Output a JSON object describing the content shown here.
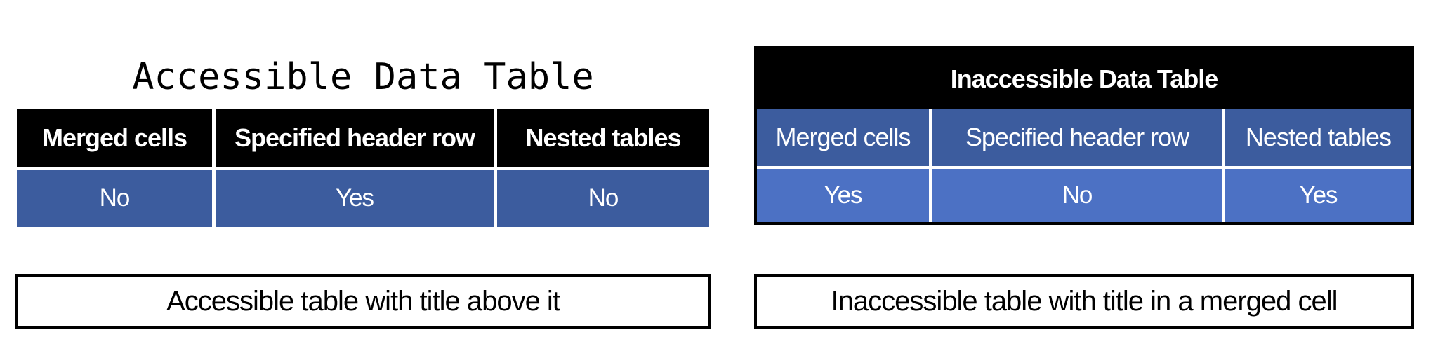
{
  "left_table": {
    "title": "Accessible Data Table",
    "headers": [
      "Merged cells",
      "Specified header row",
      "Nested tables"
    ],
    "values": [
      "No",
      "Yes",
      "No"
    ],
    "caption": "Accessible table with title above it"
  },
  "right_table": {
    "title": "Inaccessible Data Table",
    "headers": [
      "Merged cells",
      "Specified header row",
      "Nested tables"
    ],
    "values": [
      "Yes",
      "No",
      "Yes"
    ],
    "caption": "Inaccessible table with title in a merged cell"
  },
  "colors": {
    "header_bg": "#000000",
    "header_text": "#FFFFFF",
    "dark_blue_row": "#3C5C9E",
    "light_blue_row": "#4C71C4",
    "caption_border": "#000000",
    "caption_text": "#000000",
    "background": "#FFFFFF"
  }
}
